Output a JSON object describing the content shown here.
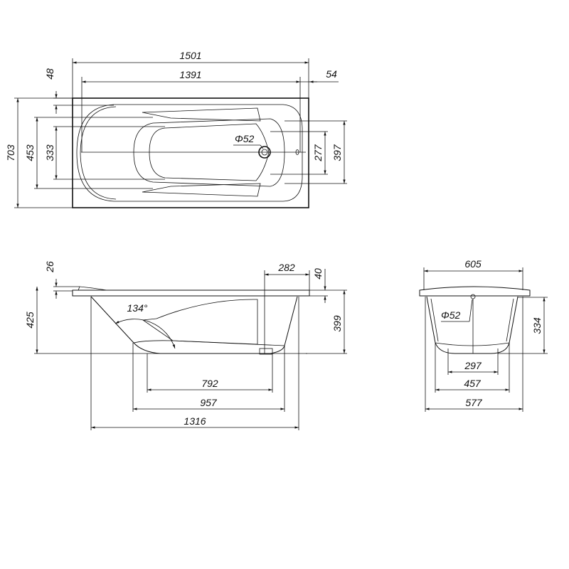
{
  "drawing": {
    "top_view": {
      "overall_length": "1501",
      "inner_length": "1391",
      "rim_offset_right": "54",
      "rim_offset_top": "48",
      "overall_width": "703",
      "inner_width": "453",
      "bottom_width": "333",
      "right_inner_width": "277",
      "right_outer_width": "397",
      "drain_diameter": "Φ52"
    },
    "side_view": {
      "rim_thickness": "26",
      "overall_height": "425",
      "overflow_offset": "282",
      "rim_height": "40",
      "inner_depth": "399",
      "backrest_angle": "134°",
      "bottom_flat_length": "792",
      "bottom_length": "957",
      "body_length": "1316"
    },
    "end_view": {
      "top_width": "605",
      "depth": "334",
      "drain_diameter": "Φ52",
      "foot_width": "297",
      "bottom_width": "457",
      "body_width": "577"
    }
  }
}
